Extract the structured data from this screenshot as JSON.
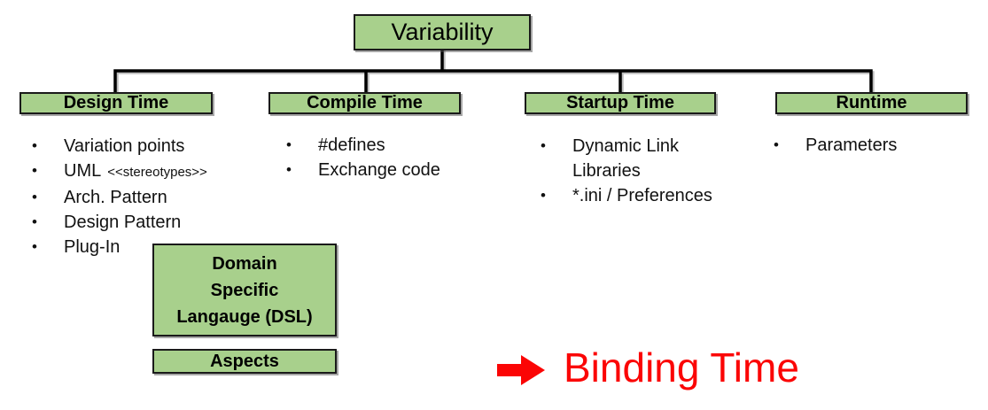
{
  "bullet": "•",
  "colors": {
    "box_fill": "#a8d08c",
    "box_border": "#1a1a1a",
    "connector": "#000000",
    "accent_red": "#fb0505"
  },
  "root_box": {
    "label": "Variability"
  },
  "columns": [
    {
      "header": "Design Time",
      "items": [
        {
          "text": "Variation points"
        },
        {
          "text": "UML",
          "suffix": "<<stereotypes>>"
        },
        {
          "text": "Arch. Pattern"
        },
        {
          "text": "Design Pattern"
        },
        {
          "text": "Plug-In"
        }
      ]
    },
    {
      "header": "Compile Time",
      "items": [
        {
          "text": "#defines"
        },
        {
          "text": "Exchange code"
        }
      ]
    },
    {
      "header": "Startup Time",
      "items": [
        {
          "text": "Dynamic Link\nLibraries"
        },
        {
          "text": "*.ini / Preferences"
        }
      ]
    },
    {
      "header": "Runtime",
      "items": [
        {
          "text": "Parameters"
        }
      ]
    }
  ],
  "dsl_box": {
    "lines": [
      "Domain",
      "Specific",
      "Langauge (DSL)"
    ]
  },
  "aspects_box": {
    "label": "Aspects"
  },
  "annotation": {
    "label": "Binding Time"
  }
}
